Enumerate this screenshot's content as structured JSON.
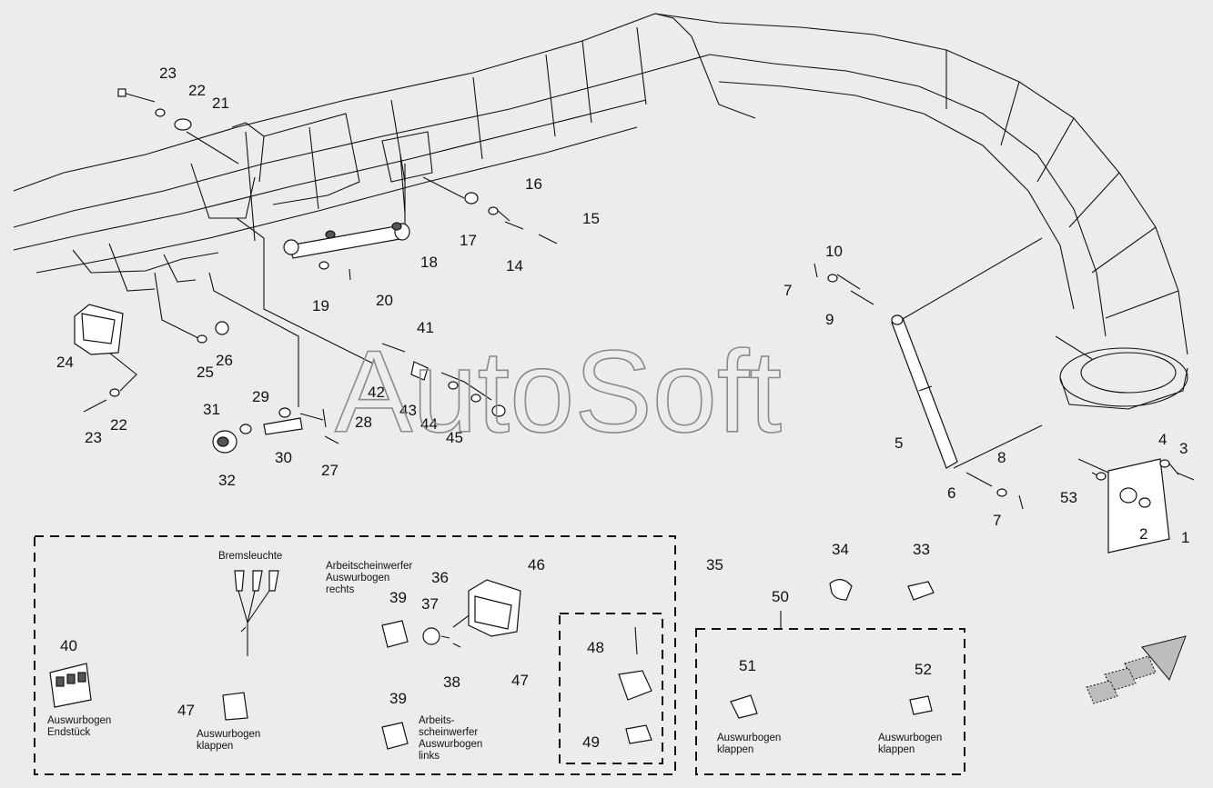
{
  "watermark": "AutoSoft",
  "callouts": [
    {
      "id": "c1",
      "n": "1"
    },
    {
      "id": "c2",
      "n": "2"
    },
    {
      "id": "c3",
      "n": "3"
    },
    {
      "id": "c4",
      "n": "4"
    },
    {
      "id": "c5",
      "n": "5"
    },
    {
      "id": "c6",
      "n": "6"
    },
    {
      "id": "c7a",
      "n": "7"
    },
    {
      "id": "c7b",
      "n": "7"
    },
    {
      "id": "c8",
      "n": "8"
    },
    {
      "id": "c9",
      "n": "9"
    },
    {
      "id": "c10",
      "n": "10"
    },
    {
      "id": "c14",
      "n": "14"
    },
    {
      "id": "c15",
      "n": "15"
    },
    {
      "id": "c16",
      "n": "16"
    },
    {
      "id": "c17",
      "n": "17"
    },
    {
      "id": "c18",
      "n": "18"
    },
    {
      "id": "c19",
      "n": "19"
    },
    {
      "id": "c20",
      "n": "20"
    },
    {
      "id": "c21",
      "n": "21"
    },
    {
      "id": "c22a",
      "n": "22"
    },
    {
      "id": "c22b",
      "n": "22"
    },
    {
      "id": "c23a",
      "n": "23"
    },
    {
      "id": "c23b",
      "n": "23"
    },
    {
      "id": "c24",
      "n": "24"
    },
    {
      "id": "c25",
      "n": "25"
    },
    {
      "id": "c26",
      "n": "26"
    },
    {
      "id": "c27",
      "n": "27"
    },
    {
      "id": "c28",
      "n": "28"
    },
    {
      "id": "c29",
      "n": "29"
    },
    {
      "id": "c30",
      "n": "30"
    },
    {
      "id": "c31",
      "n": "31"
    },
    {
      "id": "c32",
      "n": "32"
    },
    {
      "id": "c33",
      "n": "33"
    },
    {
      "id": "c34",
      "n": "34"
    },
    {
      "id": "c35",
      "n": "35"
    },
    {
      "id": "c36",
      "n": "36"
    },
    {
      "id": "c37",
      "n": "37"
    },
    {
      "id": "c38",
      "n": "38"
    },
    {
      "id": "c39a",
      "n": "39"
    },
    {
      "id": "c39b",
      "n": "39"
    },
    {
      "id": "c40",
      "n": "40"
    },
    {
      "id": "c41",
      "n": "41"
    },
    {
      "id": "c42",
      "n": "42"
    },
    {
      "id": "c43",
      "n": "43"
    },
    {
      "id": "c44",
      "n": "44"
    },
    {
      "id": "c45",
      "n": "45"
    },
    {
      "id": "c46",
      "n": "46"
    },
    {
      "id": "c47a",
      "n": "47"
    },
    {
      "id": "c47b",
      "n": "47"
    },
    {
      "id": "c48",
      "n": "48"
    },
    {
      "id": "c49",
      "n": "49"
    },
    {
      "id": "c50",
      "n": "50"
    },
    {
      "id": "c51",
      "n": "51"
    },
    {
      "id": "c52",
      "n": "52"
    },
    {
      "id": "c53",
      "n": "53"
    }
  ],
  "labels": {
    "bremsleuchte": "Bremsleuchte",
    "arbeits_rechts": [
      "Arbeitscheinwerfer",
      "Auswurbogen",
      "rechts"
    ],
    "arbeits_links": [
      "Arbeits-",
      "scheinwerfer",
      "Auswurbogen",
      "links"
    ],
    "endstueck": [
      "Auswurbogen",
      "Endstück"
    ],
    "klappen_47": [
      "Auswurbogen",
      "klappen"
    ],
    "klappen_51": [
      "Auswurbogen",
      "klappen"
    ],
    "klappen_52": [
      "Auswurbogen",
      "klappen"
    ]
  }
}
